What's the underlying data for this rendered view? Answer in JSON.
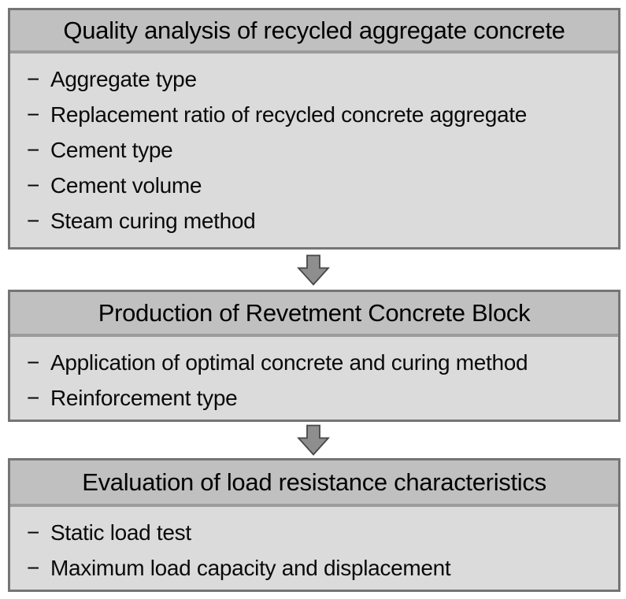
{
  "bullet": "−",
  "boxes": [
    {
      "title": "Quality analysis of recycled aggregate concrete",
      "items": [
        "Aggregate type",
        "Replacement ratio of recycled concrete aggregate",
        "Cement type",
        "Cement volume",
        "Steam curing method"
      ]
    },
    {
      "title": "Production of Revetment Concrete Block",
      "items": [
        "Application of optimal concrete and curing method",
        "Reinforcement type"
      ]
    },
    {
      "title": "Evaluation of load resistance characteristics",
      "items": [
        "Static load test",
        "Maximum load capacity and displacement"
      ]
    }
  ],
  "icons": {
    "arrow": "down-block-arrow-icon"
  },
  "colors": {
    "page_bg": "#ffffff",
    "header_bg": "#c0c0c0",
    "body_bg": "#dbdbdb",
    "box_border": "#757575",
    "header_separator": "#9c9c9c",
    "arrow_fill": "#8e8e8e",
    "arrow_outline": "#474747",
    "text": "#0a0a0a"
  }
}
